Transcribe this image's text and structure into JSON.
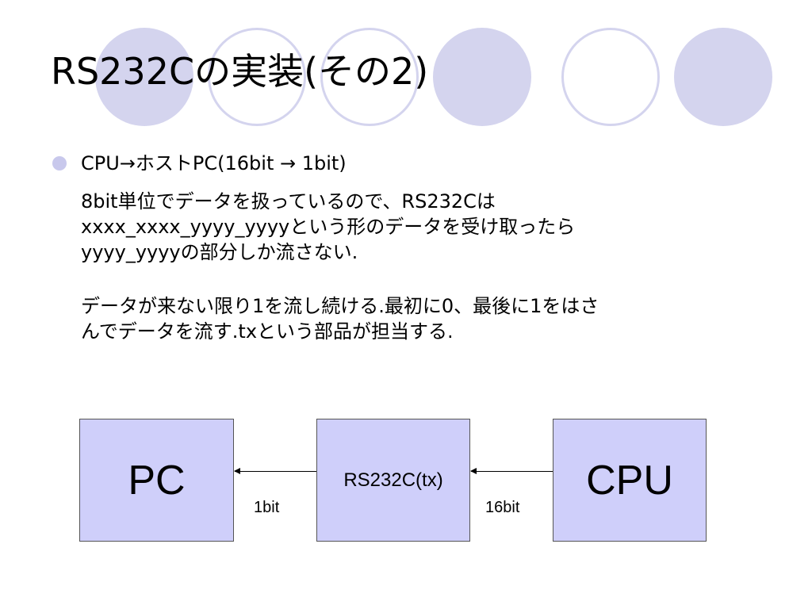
{
  "slide": {
    "title": "RS232Cの実装(その2)",
    "bullet": "CPU→ホストPC(16bit → 1bit)",
    "paragraph1": [
      "8bit単位でデータを扱っているので、RS232Cは",
      "xxxx_xxxx_yyyy_yyyyという形のデータを受け取ったら",
      "yyyy_yyyyの部分しか流さない."
    ],
    "paragraph2": [
      "データが来ない限り1を流し続ける.最初に0、最後に1をはさ",
      "んでデータを流す.txという部品が担当する."
    ]
  },
  "diagram": {
    "pc_label": "PC",
    "rs232c_label": "RS232C(tx)",
    "cpu_label": "CPU",
    "edge_rs_to_pc": "1bit",
    "edge_cpu_to_rs": "16bit"
  },
  "colors": {
    "box_fill": "#cfcffa",
    "circle_fill": "#d4d4ee"
  }
}
